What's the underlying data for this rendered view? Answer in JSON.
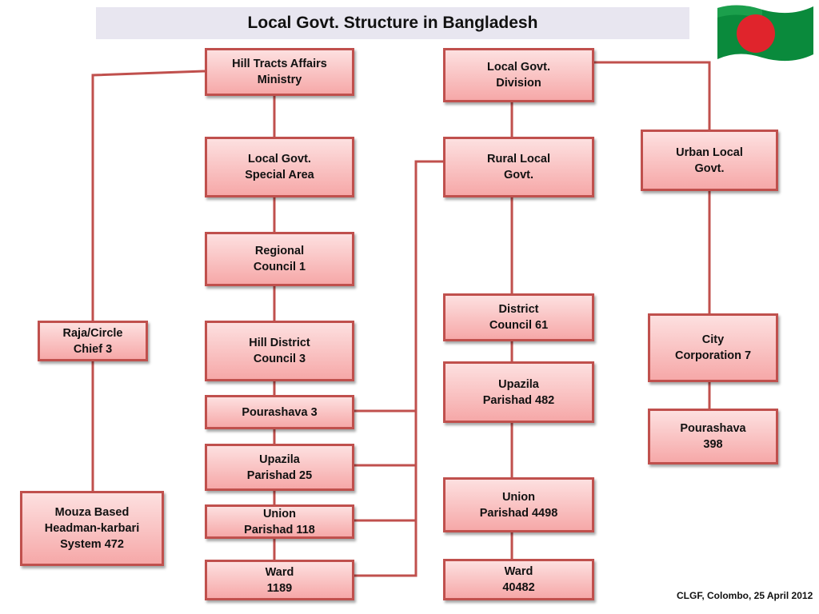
{
  "title": "Local Govt. Structure in Bangladesh",
  "flag": {
    "field_color": "#0a8a3c",
    "disc_color": "#e0242c",
    "icon": "bangladesh-flag-icon"
  },
  "colors": {
    "box_border": "#c0504d",
    "box_top": "#fde0e0",
    "box_bottom": "#f6a8a8",
    "connector": "#c0504d"
  },
  "boxes": {
    "hill_tracts_ministry": "Hill Tracts Affairs\nMinistry",
    "local_govt_special_area": "Local Govt.\nSpecial Area",
    "regional_council": "Regional\nCouncil 1",
    "hill_district_council": "Hill District\nCouncil 3",
    "pourashava_hill": "Pourashava 3",
    "upazila_hill": "Upazila\nParishad 25",
    "union_hill": "Union\nParishad 118",
    "ward_hill": "Ward\n1189",
    "raja_circle_chief": "Raja/Circle\nChief 3",
    "mouza_headman": "Mouza Based\nHeadman-karbari\nSystem 472",
    "local_govt_division": "Local Govt.\nDivision",
    "rural_local_govt": "Rural Local\nGovt.",
    "district_council": "District\nCouncil 61",
    "upazila_rural": "Upazila\nParishad 482",
    "union_rural": "Union\nParishad 4498",
    "ward_rural": "Ward\n40482",
    "urban_local_govt": "Urban Local\nGovt.",
    "city_corporation": "City\nCorporation 7",
    "pourashava_urban": "Pourashava\n398"
  },
  "footer": "CLGF, Colombo, 25 April 2012"
}
